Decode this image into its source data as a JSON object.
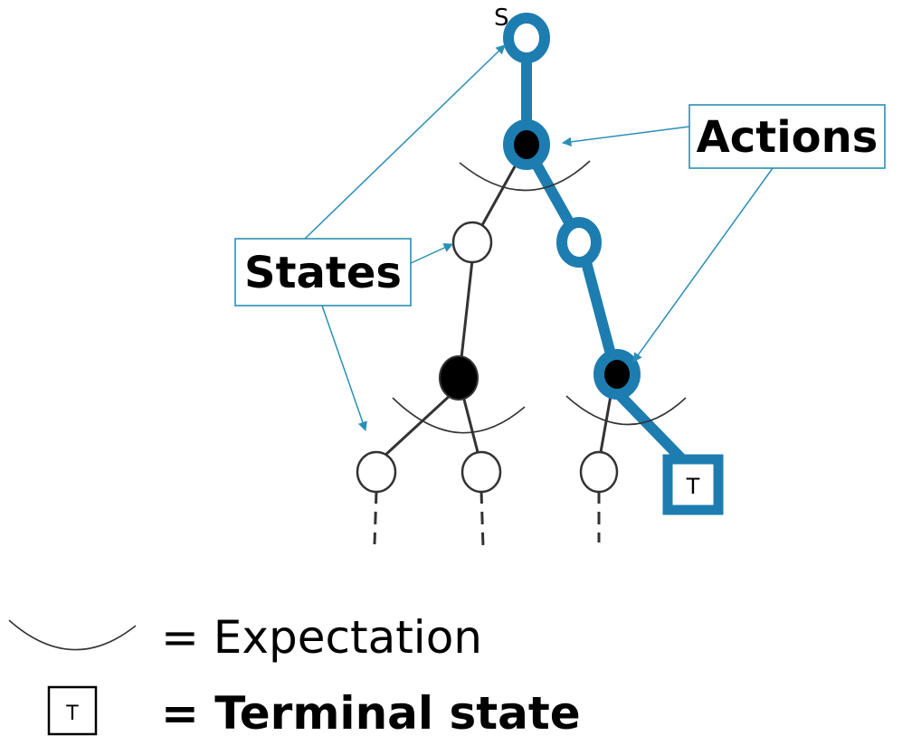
{
  "colors": {
    "accent": "#1d7db0",
    "ink": "#000000",
    "line": "#333333",
    "callout": "#2a8fb5"
  },
  "labels": {
    "root": "S",
    "terminal": "T",
    "states": "States",
    "actions": "Actions"
  },
  "legend": {
    "expectation": "= Expectation",
    "terminal_symbol": "T",
    "terminal": "= Terminal state"
  }
}
